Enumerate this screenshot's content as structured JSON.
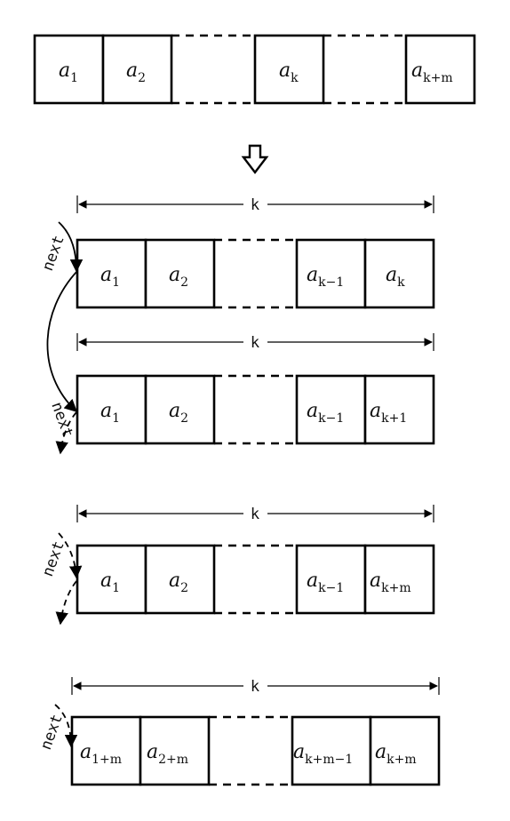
{
  "top_array": {
    "cells": [
      {
        "base": "a",
        "sub": "1"
      },
      {
        "base": "a",
        "sub": "2"
      },
      {
        "base": "",
        "sub": ""
      },
      {
        "base": "a",
        "sub": "k"
      },
      {
        "base": "",
        "sub": ""
      },
      {
        "base": "a",
        "sub": "k+m"
      }
    ]
  },
  "window_label": "k",
  "next_label": "next",
  "windows": [
    {
      "cells": [
        {
          "base": "a",
          "sub": "1"
        },
        {
          "base": "a",
          "sub": "2"
        },
        {
          "base": "",
          "sub": ""
        },
        {
          "base": "a",
          "sub": "k−1"
        },
        {
          "base": "a",
          "sub": "k"
        }
      ]
    },
    {
      "cells": [
        {
          "base": "a",
          "sub": "1"
        },
        {
          "base": "a",
          "sub": "2"
        },
        {
          "base": "",
          "sub": ""
        },
        {
          "base": "a",
          "sub": "k−1"
        },
        {
          "base": "a",
          "sub": "k+1"
        }
      ]
    },
    {
      "cells": [
        {
          "base": "a",
          "sub": "1"
        },
        {
          "base": "a",
          "sub": "2"
        },
        {
          "base": "",
          "sub": ""
        },
        {
          "base": "a",
          "sub": "k−1"
        },
        {
          "base": "a",
          "sub": "k+m"
        }
      ]
    },
    {
      "cells": [
        {
          "base": "a",
          "sub": "1+m"
        },
        {
          "base": "a",
          "sub": "2+m"
        },
        {
          "base": "",
          "sub": ""
        },
        {
          "base": "a",
          "sub": "k+m−1"
        },
        {
          "base": "a",
          "sub": "k+m"
        }
      ]
    }
  ]
}
